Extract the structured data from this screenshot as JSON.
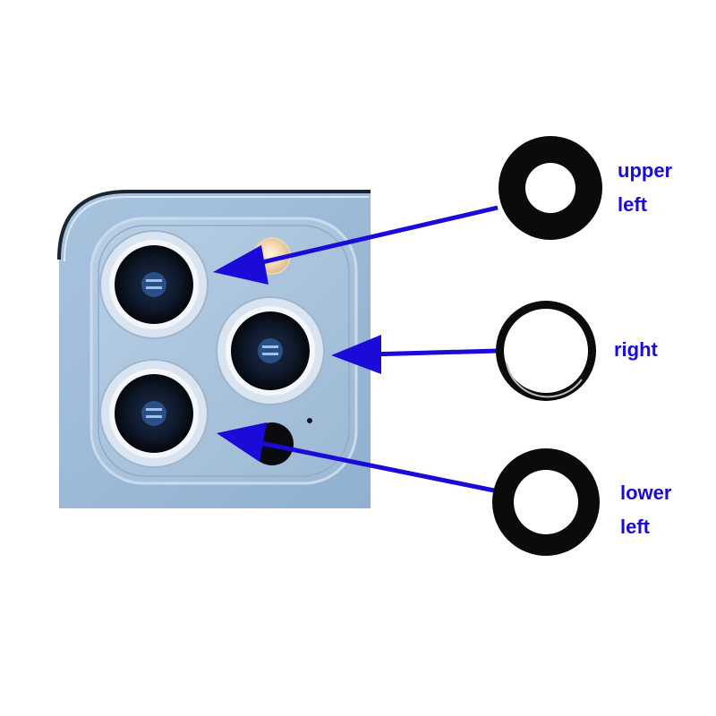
{
  "labels": {
    "upper_left": {
      "line1": "upper",
      "line2": "left"
    },
    "right": {
      "line1": "right"
    },
    "lower_left": {
      "line1": "lower",
      "line2": "left"
    }
  },
  "colors": {
    "arrow": "#1a0bd8",
    "phone_body": "#9fbad6",
    "lens_ring": "#e8eef6",
    "lens_cover_black": "#0b0b0c"
  },
  "icons": [
    "camera-lens-icon",
    "flash-icon",
    "lidar-sensor-icon",
    "arrow-icon"
  ]
}
